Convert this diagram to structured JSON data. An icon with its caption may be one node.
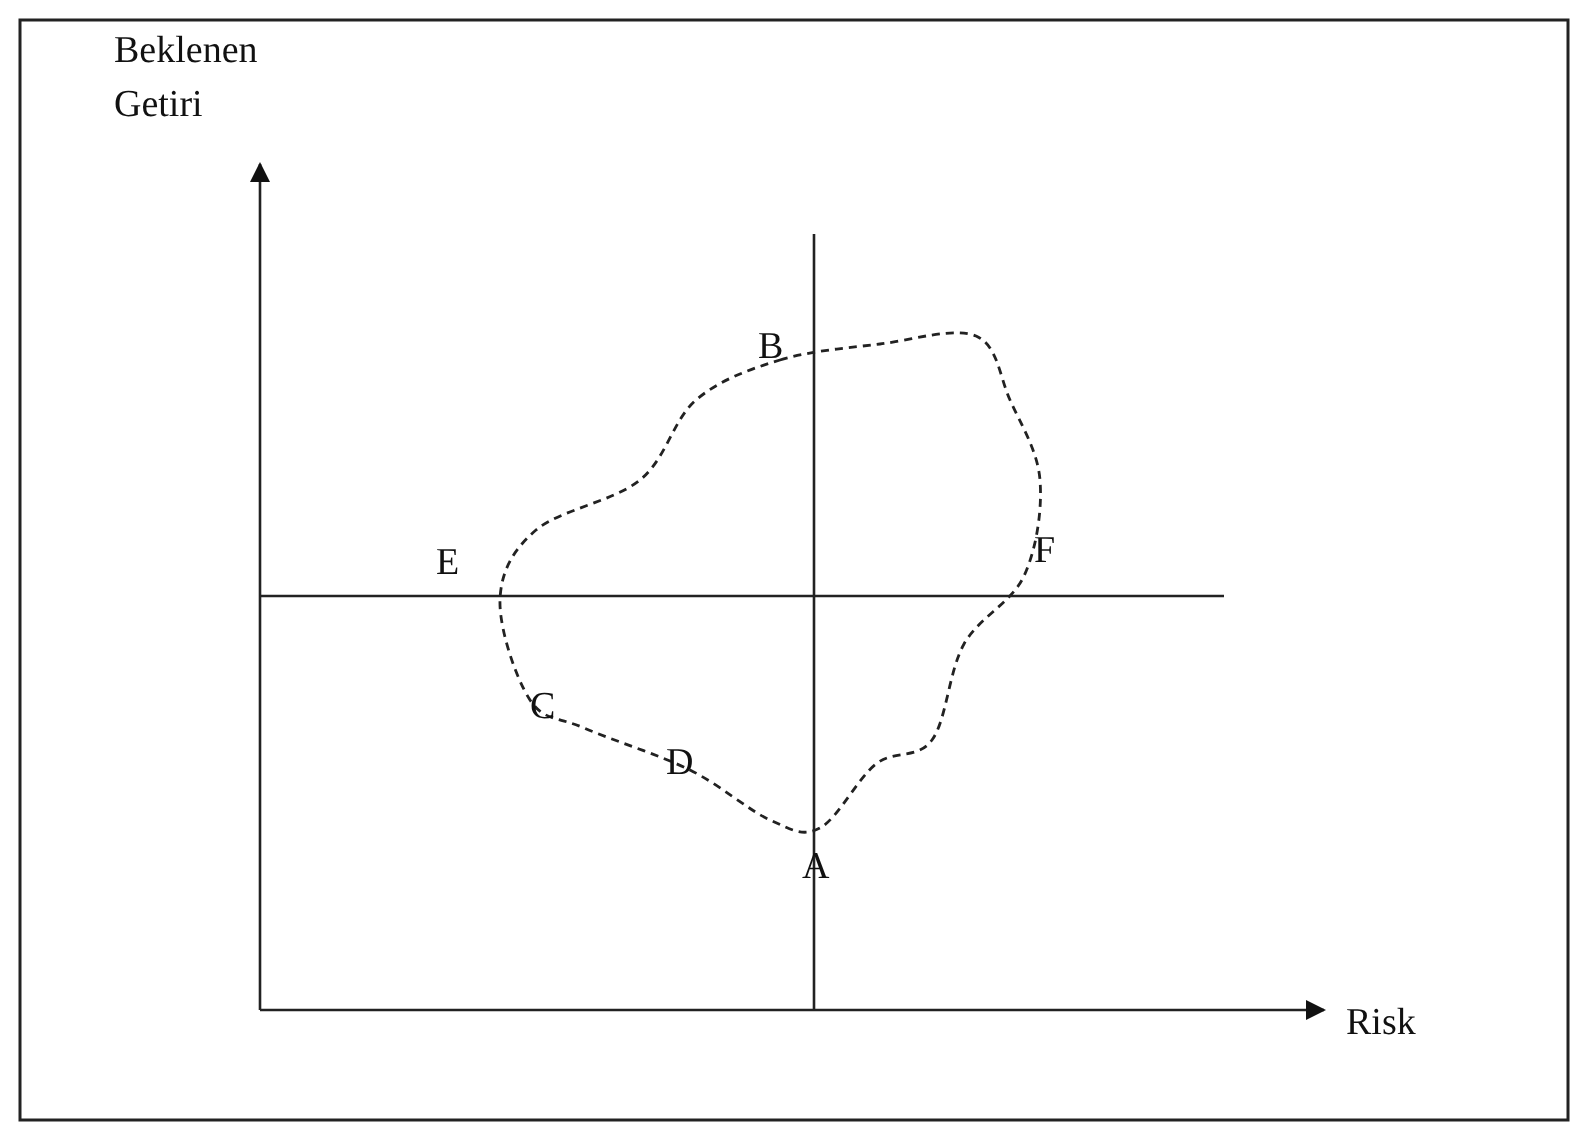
{
  "diagram": {
    "labels": [
      "Beklenen Getiri",
      "B",
      "E",
      "F",
      "C",
      "D",
      "A",
      "Risk"
    ]
  }
}
